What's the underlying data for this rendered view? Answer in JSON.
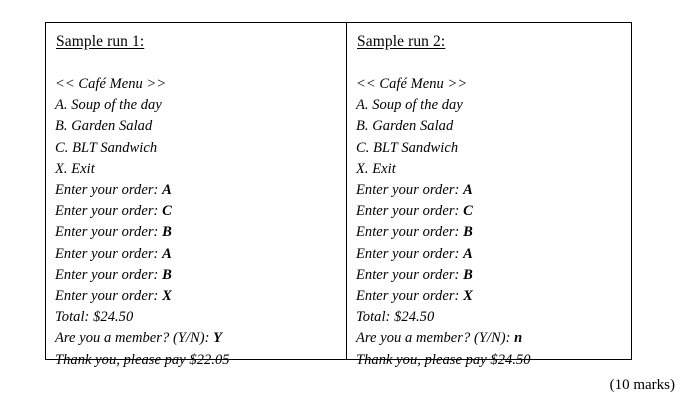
{
  "document": {
    "marks_note": "(10 marks)"
  },
  "runs": [
    {
      "heading": "Sample run 1:",
      "lines": [
        {
          "text": "<< Café Menu >>",
          "input": ""
        },
        {
          "text": "A. Soup of the day",
          "input": ""
        },
        {
          "text": "B. Garden Salad",
          "input": ""
        },
        {
          "text": "C. BLT Sandwich",
          "input": ""
        },
        {
          "text": "X. Exit",
          "input": ""
        },
        {
          "text": "Enter your order: ",
          "input": "A"
        },
        {
          "text": "Enter your order: ",
          "input": "C"
        },
        {
          "text": "Enter your order: ",
          "input": "B"
        },
        {
          "text": "Enter your order: ",
          "input": "A"
        },
        {
          "text": "Enter your order: ",
          "input": "B"
        },
        {
          "text": "Enter your order: ",
          "input": "X"
        },
        {
          "text": "Total: $24.50",
          "input": ""
        },
        {
          "text": "Are you a member? (Y/N): ",
          "input": "Y"
        },
        {
          "text": "Thank you, please pay $22.05",
          "input": ""
        }
      ]
    },
    {
      "heading": "Sample run 2:",
      "lines": [
        {
          "text": "<< Café Menu >>",
          "input": ""
        },
        {
          "text": "A. Soup of the day",
          "input": ""
        },
        {
          "text": "B. Garden Salad",
          "input": ""
        },
        {
          "text": "C. BLT Sandwich",
          "input": ""
        },
        {
          "text": "X. Exit",
          "input": ""
        },
        {
          "text": "Enter your order: ",
          "input": "A"
        },
        {
          "text": "Enter your order: ",
          "input": "C"
        },
        {
          "text": "Enter your order: ",
          "input": "B"
        },
        {
          "text": "Enter your order: ",
          "input": "A"
        },
        {
          "text": "Enter your order: ",
          "input": "B"
        },
        {
          "text": "Enter your order: ",
          "input": "X"
        },
        {
          "text": "Total: $24.50",
          "input": ""
        },
        {
          "text": "Are you a member? (Y/N): ",
          "input": "n"
        },
        {
          "text": "Thank you, please pay $24.50",
          "input": ""
        }
      ]
    }
  ]
}
